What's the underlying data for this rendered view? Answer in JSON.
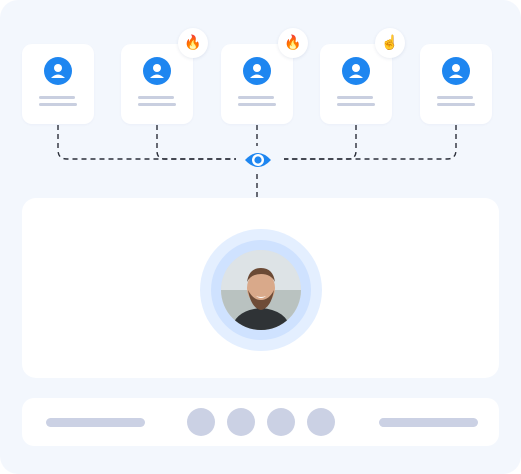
{
  "diagram": {
    "badges": [
      {
        "card": 2,
        "icon": "fire-emoji",
        "glyph": "🔥"
      },
      {
        "card": 3,
        "icon": "fire-emoji",
        "glyph": "🔥"
      },
      {
        "card": 4,
        "icon": "pointing-hand-emoji",
        "glyph": "☝️"
      }
    ],
    "cards": [
      {
        "icon": "user-avatar-icon"
      },
      {
        "icon": "user-avatar-icon"
      },
      {
        "icon": "user-avatar-icon"
      },
      {
        "icon": "user-avatar-icon"
      },
      {
        "icon": "user-avatar-icon"
      }
    ],
    "hub_icon": "eye-icon",
    "center_avatar": "profile-photo",
    "pagination_dots": 4,
    "colors": {
      "accent": "#1e86f0",
      "background": "#f3f7fd",
      "placeholder": "#cbd1e4",
      "connector": "#2b2f3a"
    }
  }
}
